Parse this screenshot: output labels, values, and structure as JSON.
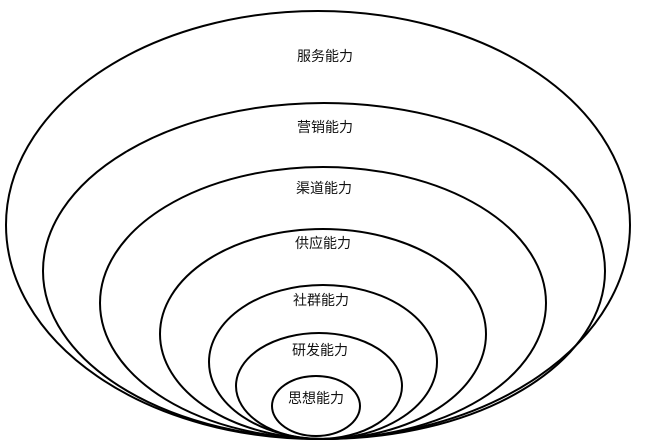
{
  "diagram": {
    "layers": [
      {
        "label": "服务能力"
      },
      {
        "label": "营销能力"
      },
      {
        "label": "渠道能力"
      },
      {
        "label": "供应能力"
      },
      {
        "label": "社群能力"
      },
      {
        "label": "研发能力"
      },
      {
        "label": "思想能力"
      }
    ],
    "line_color": "#000000",
    "background_color": "#ffffff"
  }
}
